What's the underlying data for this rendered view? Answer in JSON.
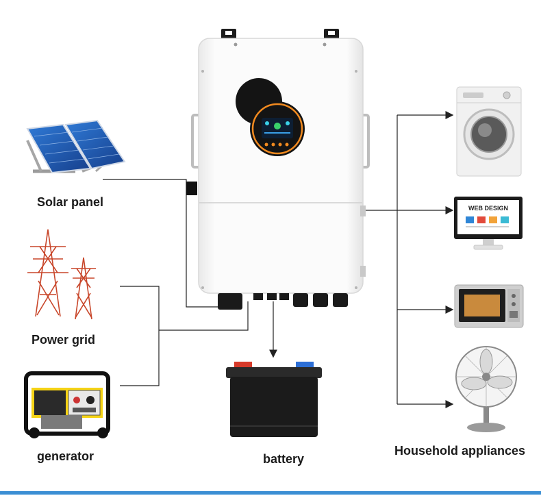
{
  "labels": {
    "solar_panel": "Solar panel",
    "power_grid": "Power grid",
    "generator": "generator",
    "battery": "battery",
    "household_appliances": "Household appliances"
  },
  "monitor_screen": {
    "title": "WEB DESIGN"
  },
  "colors": {
    "inverter_body": "#f7f7f7",
    "display_accent": "#f28a1f",
    "display_screen": "#0d1e33",
    "line": "#222222",
    "solar_cell": "#1f5fb5",
    "generator_yellow": "#f5d315",
    "tower_red": "#c8462a",
    "battery_body": "#1b1b1b",
    "battery_plus": "#d63a2a",
    "battery_minus": "#2d6fd6",
    "bottom_bar": "#3b8fd4"
  },
  "icons": [
    "solar-panel-icon",
    "transmission-tower-icon",
    "generator-icon",
    "battery-icon",
    "washing-machine-icon",
    "monitor-icon",
    "microwave-icon",
    "fan-icon",
    "inverter-icon"
  ]
}
